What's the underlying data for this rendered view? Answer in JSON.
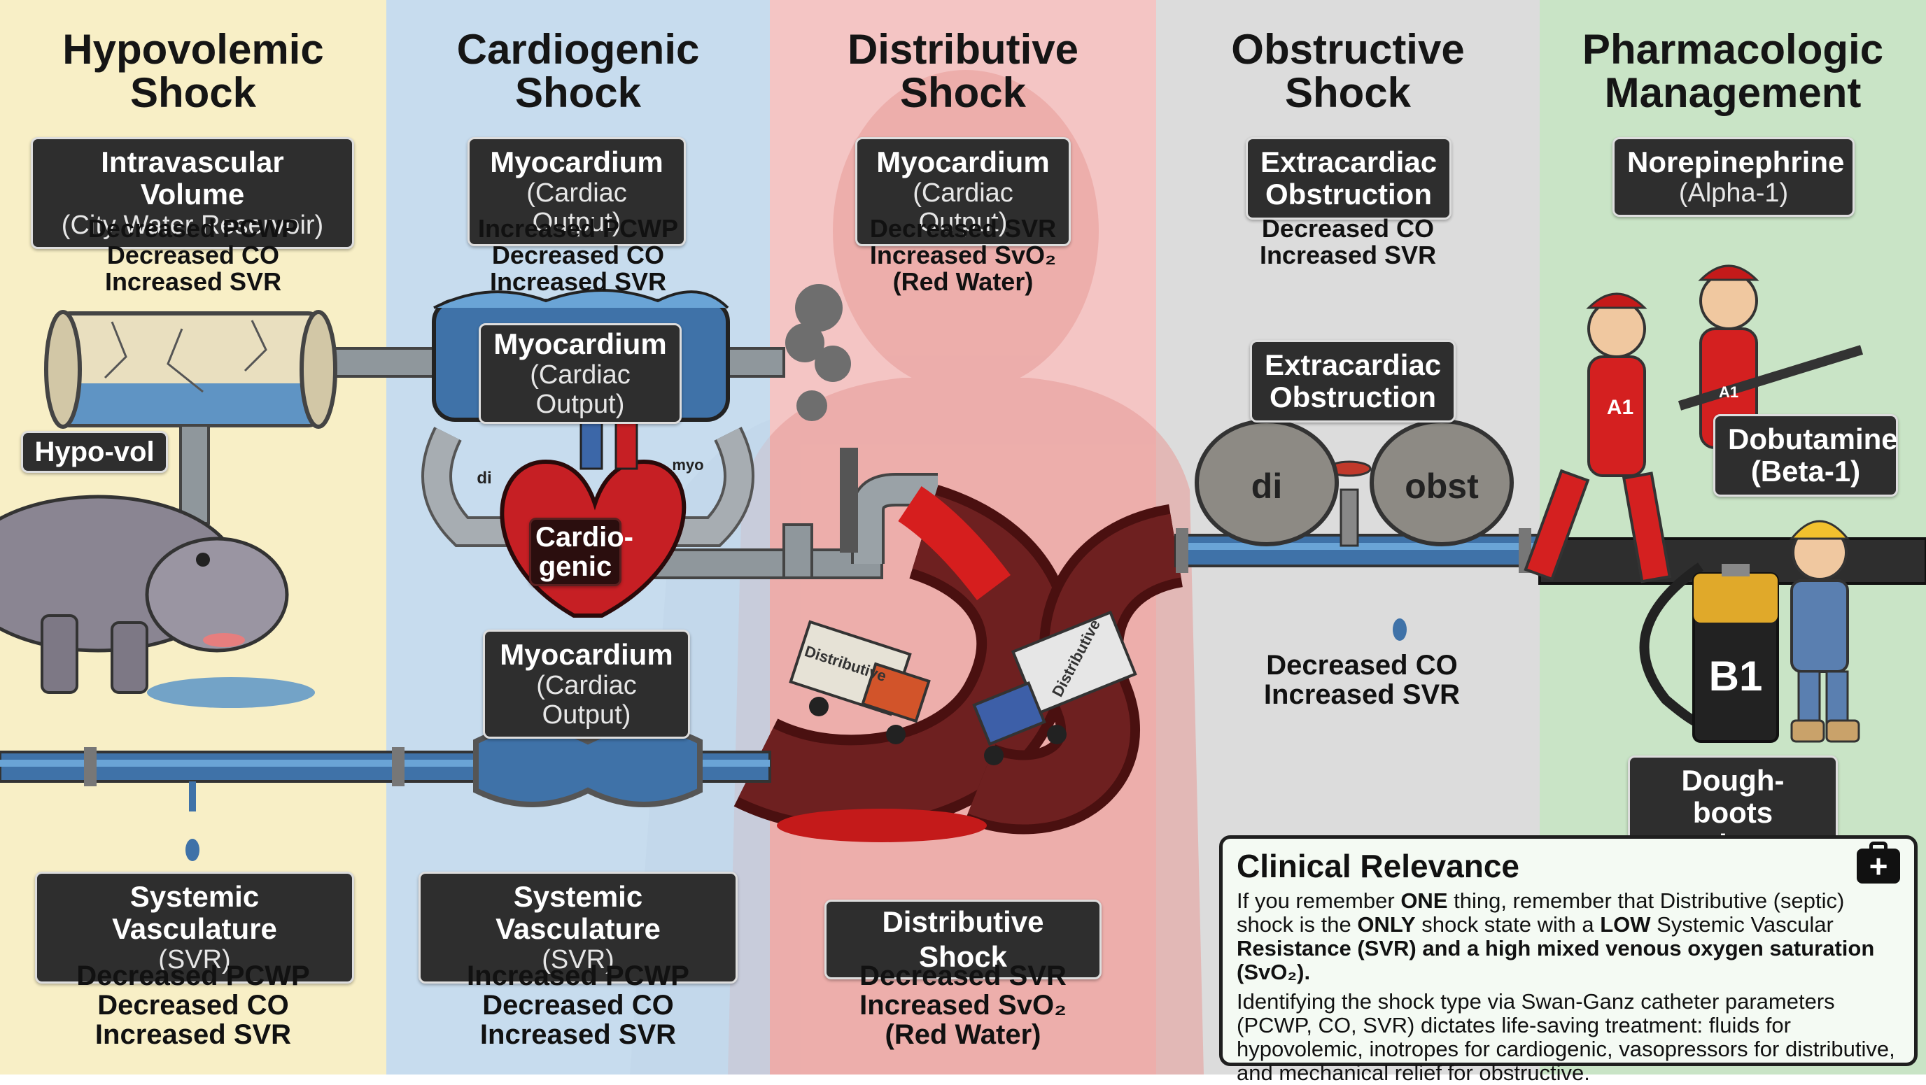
{
  "colors": {
    "hypovolemic_bg": "#f8efc6",
    "cardiogenic_bg": "#c7dcee",
    "distributive_bg": "#f4c5c4",
    "obstructive_bg": "#dcdcdc",
    "pharm_bg": "#c9e4c6",
    "label_bg": "#2e2e2e",
    "pipe_blue": "#3f72a8",
    "blood_red": "#c41a1a"
  },
  "columns": {
    "hypovolemic": {
      "title": [
        "Hypovolemic",
        "Shock"
      ],
      "top_label": {
        "l1": "Intravascular Volume",
        "l2": "(City Water Reservoir)"
      },
      "top_notes": [
        "Decreased PCWP",
        "Decreased CO",
        "Increased SVR"
      ],
      "side_label": "Hypo-vol",
      "bottom_label": {
        "l1": "Systemic Vasculature",
        "l2": "(SVR)"
      },
      "bottom_notes": [
        "Decreased PCWP",
        "Decreased CO",
        "Increased SVR"
      ]
    },
    "cardiogenic": {
      "title": [
        "Cardiogenic",
        "Shock"
      ],
      "top_label": {
        "l1": "Myocardium",
        "l2": "(Cardiac Output)"
      },
      "top_notes": [
        "Increased PCWP",
        "Decreased CO",
        "Increased SVR"
      ],
      "tank_label": {
        "l1": "Myocardium",
        "l2": "(Cardiac Output)"
      },
      "arm_left": "di",
      "arm_right": "myo",
      "heart_label": [
        "Cardio-",
        "genic"
      ],
      "mid_label": {
        "l1": "Myocardium",
        "l2": "(Cardiac Output)"
      },
      "bottom_label": {
        "l1": "Systemic Vasculature",
        "l2": "(SVR)"
      },
      "bottom_notes": [
        "Increased PCWP",
        "Decreased CO",
        "Increased SVR"
      ]
    },
    "distributive": {
      "title": [
        "Distributive",
        "Shock"
      ],
      "top_label": {
        "l1": "Myocardium",
        "l2": "(Cardiac Output)"
      },
      "top_notes": [
        "Decreased SVR",
        "Increased SvO₂",
        "(Red Water)"
      ],
      "truck_left": "Distributive",
      "truck_right": "Distributive",
      "bottom_label": "Distributive Shock",
      "bottom_notes": [
        "Decreased SVR",
        "Increased SvO₂",
        "(Red Water)"
      ]
    },
    "obstructive": {
      "title": [
        "Obstructive",
        "Shock"
      ],
      "top_label": {
        "l1": "Extracardiac",
        "l2": "Obstruction"
      },
      "top_notes": [
        "Decreased CO",
        "Increased SVR"
      ],
      "mid_label": {
        "l1": "Extracardiac",
        "l2": "Obstruction"
      },
      "boulder_left": "di",
      "boulder_right": "obst",
      "bottom_notes": [
        "Decreased CO",
        "Increased SVR"
      ]
    },
    "pharmacologic": {
      "title": [
        "Pharmacologic",
        "Management"
      ],
      "top_label": {
        "l1": "Norepinephrine",
        "l2": "(Alpha-1)"
      },
      "mid_label": {
        "l1": "Dobutamine",
        "l2": "(Beta-1)"
      },
      "badge_1": "A1",
      "badge_2": "A1",
      "battery": "B1",
      "bottom_label": {
        "l1": "Dough-boots",
        "l2": "miner"
      }
    }
  },
  "clinical": {
    "heading": "Clinical Relevance",
    "icon": "first-aid-kit-icon",
    "p1": {
      "a": "If you remember ",
      "b": "ONE",
      "c": " thing, remember that Distributive (septic) shock is the ",
      "d": "ONLY",
      "e": " shock state with a ",
      "f": "LOW",
      "g": " Systemic Vascular ",
      "h": "Resistance (SVR) and a high mixed venous oxygen saturation (SvO₂)."
    },
    "p2": "Identifying the shock type via Swan-Ganz catheter parameters (PCWP, CO, SVR) dictates life-saving treatment: fluids for hypovolemic, inotropes for cardiogenic, vasopressors for distributive, and mechanical relief for obstructive."
  }
}
